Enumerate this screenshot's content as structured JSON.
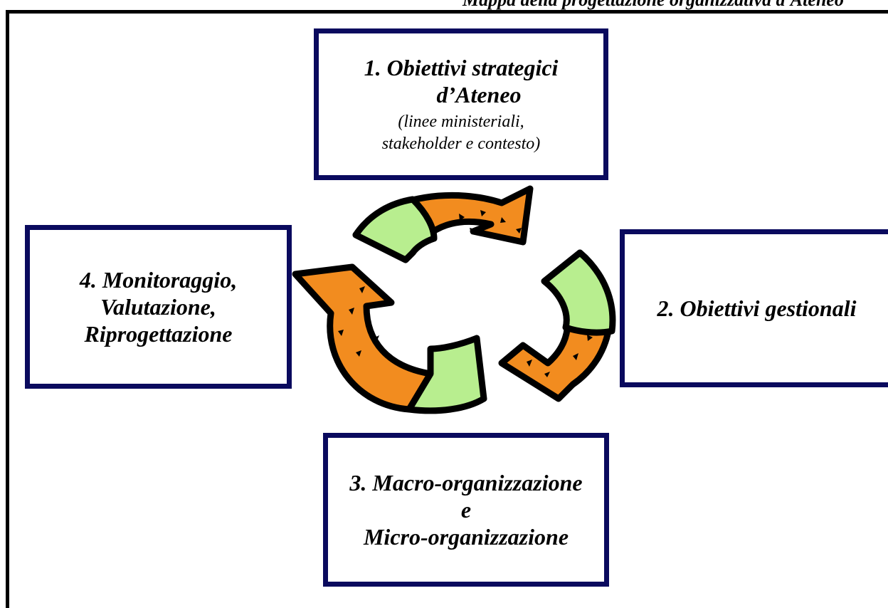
{
  "page_title": "Mappa della progettazione organizzativa d'Ateneo",
  "boxes": {
    "step1": {
      "title_line1": "1. Obiettivi strategici",
      "title_line2": "d’Ateneo",
      "subtitle_line1": "(linee ministeriali,",
      "subtitle_line2": "stakeholder e contesto)"
    },
    "step2": {
      "title": "2. Obiettivi gestionali"
    },
    "step3": {
      "line1": "3. Macro-organizzazione",
      "line2": "e",
      "line3": "Micro-organizzazione"
    },
    "step4": {
      "line1": "4. Monitoraggio,",
      "line2": "Valutazione,",
      "line3": "Riprogettazione"
    }
  },
  "colors": {
    "box_border": "#0a0a5e",
    "arrow_orange": "#f28c1f",
    "arrow_green": "#b8ee8f",
    "outline": "#000000"
  },
  "icon": "recycle-icon"
}
